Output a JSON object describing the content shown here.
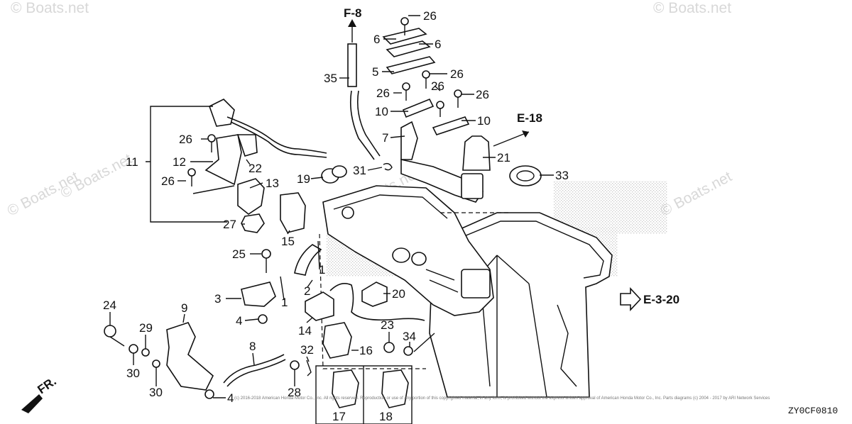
{
  "watermarks": [
    "© Boats.net",
    "© Boats.net",
    "© Boats.net",
    "© Boats.net",
    "© Boats.net",
    "© Boats.net"
  ],
  "references": {
    "top": "F-8",
    "upper_right": "E-18",
    "right": "E-3-20",
    "front": "FR."
  },
  "callouts": [
    "26",
    "6",
    "6",
    "5",
    "26",
    "35",
    "26",
    "26",
    "26",
    "10",
    "10",
    "7",
    "21",
    "33",
    "11",
    "26",
    "12",
    "26",
    "22",
    "13",
    "31",
    "19",
    "27",
    "15",
    "25",
    "1",
    "2",
    "1",
    "3",
    "20",
    "4",
    "24",
    "9",
    "29",
    "14",
    "23",
    "34",
    "8",
    "32",
    "16",
    "30",
    "30",
    "28",
    "4",
    "17",
    "18"
  ],
  "copyright_line": "(c) 2016-2018 American Honda Motor Co., Inc. All rights reserved. Reproduction or use of any portion of this copyrighted material, in any form, is prohibited without the express written approval of American Honda Motor Co., Inc. Parts diagrams (c) 2004 - 2017 by ARI Network Services",
  "diagram_code": "ZY0CF0810"
}
